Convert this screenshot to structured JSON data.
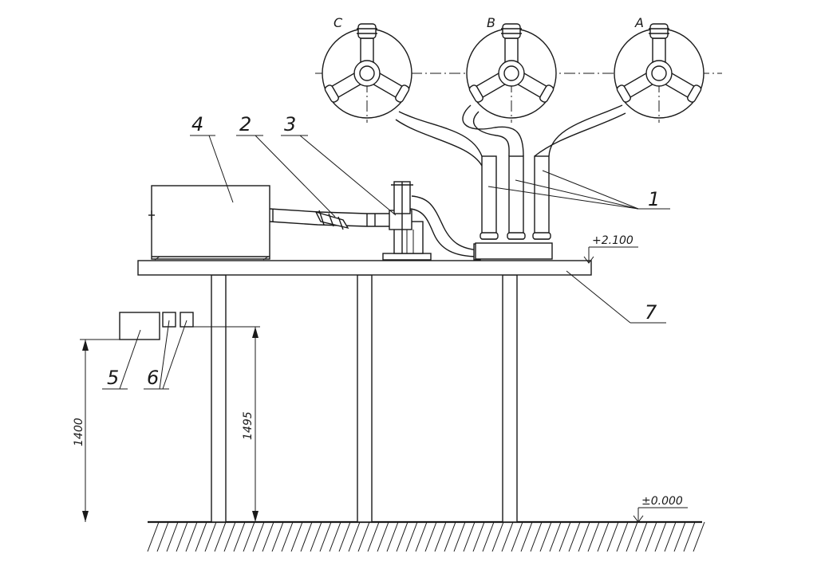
{
  "phases": [
    "C",
    "B",
    "A"
  ],
  "callouts": {
    "c1": "1",
    "c2": "2",
    "c3": "3",
    "c4": "4",
    "c5": "5",
    "c6": "6",
    "c7": "7"
  },
  "elevations": {
    "platform": "+2.100",
    "ground": "±0.000"
  },
  "dimensions": {
    "h1": "1400",
    "h2": "1495"
  },
  "colors": {
    "line": "#1a1a1a",
    "background": "#ffffff"
  }
}
